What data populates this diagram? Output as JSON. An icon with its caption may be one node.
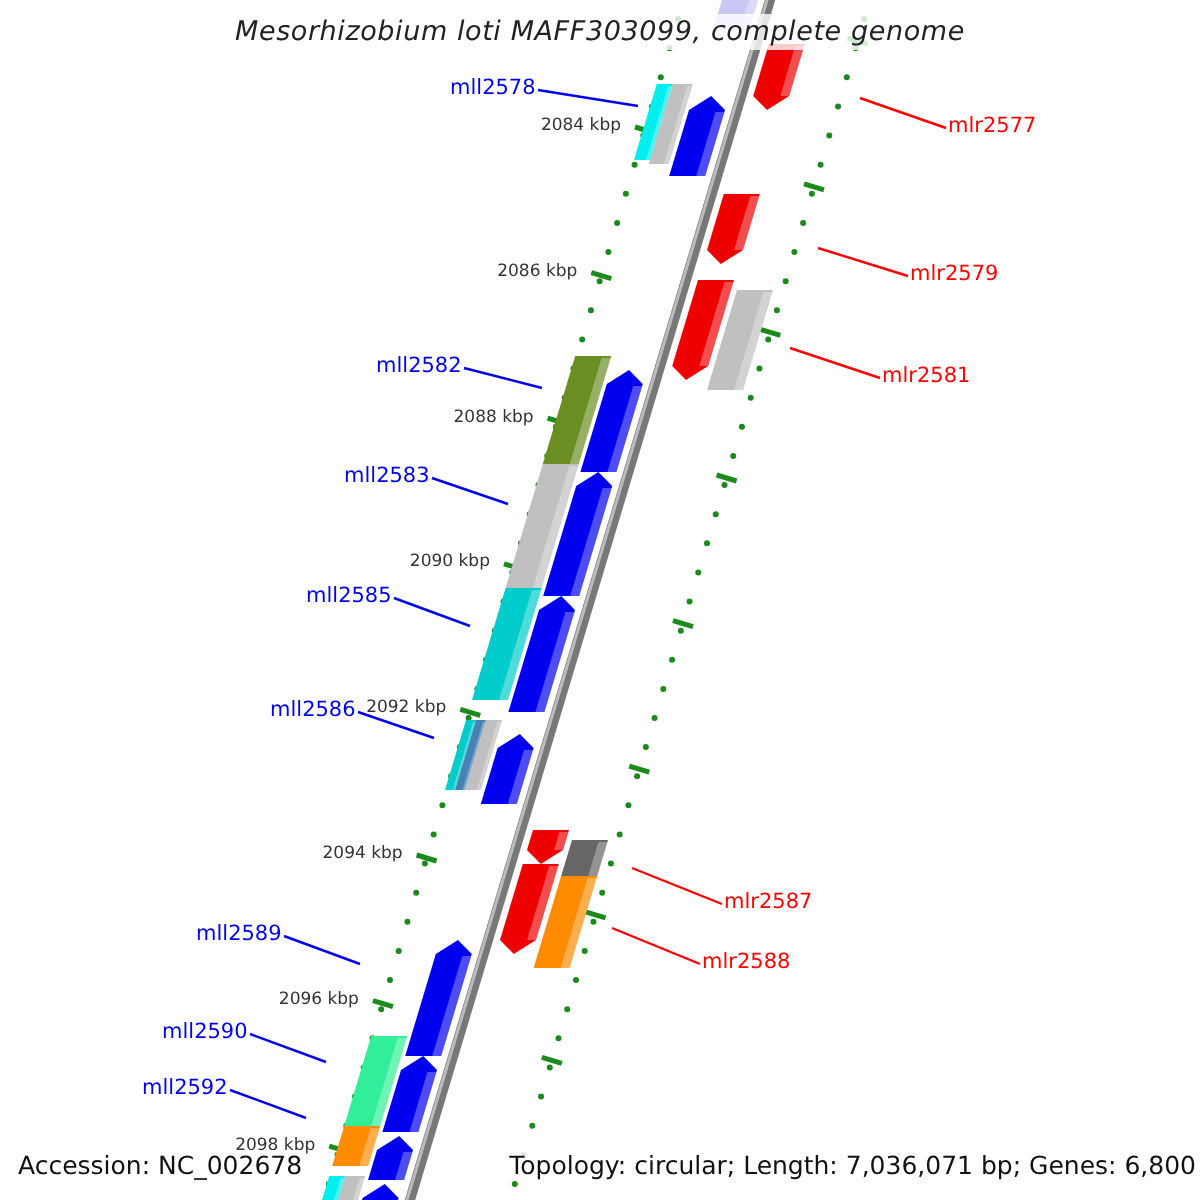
{
  "diagram": {
    "title": "Mesorhizobium loti MAFF303099, complete genome",
    "nodes": [
      {
        "text": [
          "mll2578"
        ]
      },
      {
        "text": [
          "mlr2577"
        ]
      },
      {
        "text": [
          "mlr2579"
        ]
      },
      {
        "text": [
          "mll2582"
        ]
      },
      {
        "text": [
          "mlr2581"
        ]
      },
      {
        "text": [
          "mll2583"
        ]
      },
      {
        "text": [
          "mll2585"
        ]
      },
      {
        "text": [
          "mll2586"
        ]
      },
      {
        "text": [
          "mlr2587"
        ]
      },
      {
        "text": [
          "mll2589"
        ]
      },
      {
        "text": [
          "mlr2588"
        ]
      },
      {
        "text": [
          "mll2590"
        ]
      },
      {
        "text": [
          "mll2592"
        ]
      }
    ],
    "edges": [
      {
        "from": 0,
        "to": null,
        "arrow": "none"
      },
      {
        "from": 1,
        "to": null,
        "arrow": "none",
        "color": "#ff0000"
      },
      {
        "from": 2,
        "to": null,
        "arrow": "none",
        "color": "#ff0000"
      },
      {
        "from": 3,
        "to": null,
        "arrow": "none"
      },
      {
        "from": 4,
        "to": null,
        "arrow": "none",
        "color": "#ff0000"
      },
      {
        "from": 5,
        "to": null,
        "arrow": "none"
      },
      {
        "from": 6,
        "to": null,
        "arrow": "none"
      },
      {
        "from": 7,
        "to": null,
        "arrow": "none"
      },
      {
        "from": 8,
        "to": null,
        "arrow": "none",
        "color": "#ff0000"
      },
      {
        "from": 9,
        "to": null,
        "arrow": "none"
      },
      {
        "from": 10,
        "to": null,
        "arrow": "none",
        "color": "#ff0000"
      },
      {
        "from": 11,
        "to": null,
        "arrow": "none"
      },
      {
        "from": 12,
        "to": null,
        "arrow": "none"
      }
    ],
    "labels": [
      "2084 kbp",
      "2086 kbp",
      "2088 kbp",
      "2090 kbp",
      "2092 kbp",
      "2094 kbp",
      "2096 kbp",
      "2098 kbp",
      "Accession: NC_002678",
      "Topology: circular; Length: 7,036,071 bp; Genes: 6,800"
    ]
  }
}
